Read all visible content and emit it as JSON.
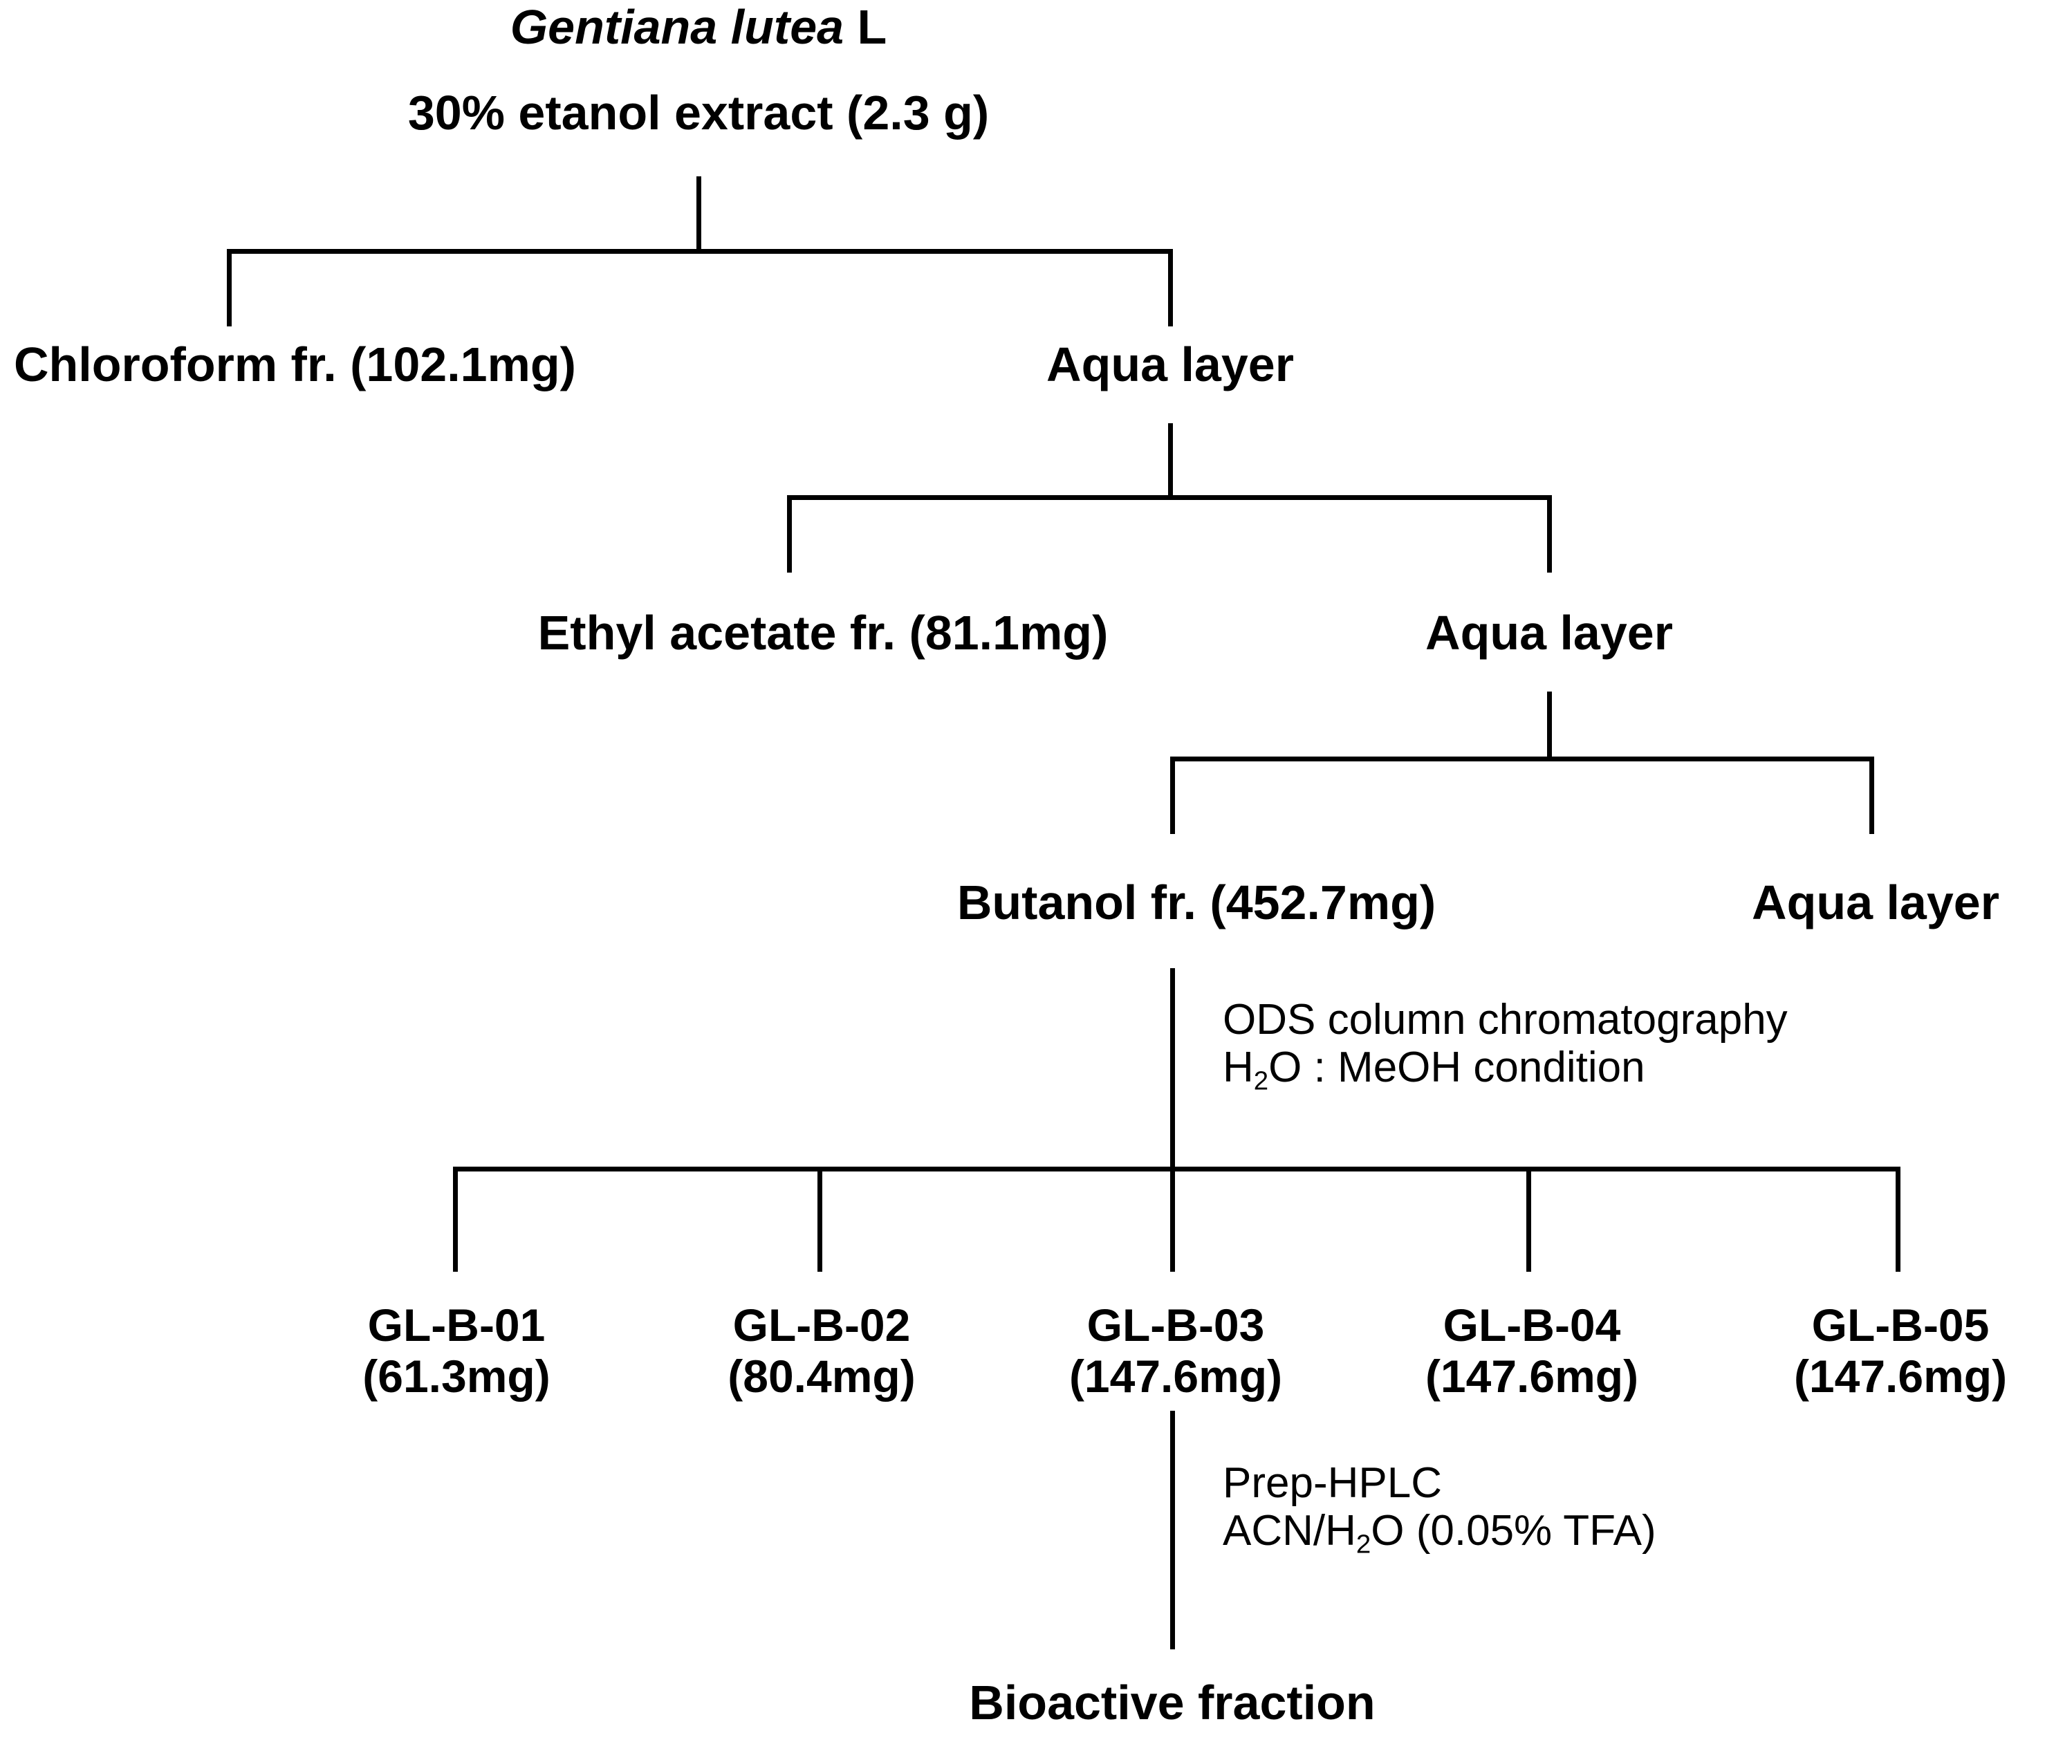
{
  "diagram": {
    "title_genus": "Gentiana lutea",
    "title_authority": " L",
    "extract": "30% etanol extract (2.3 g)",
    "nodes": {
      "chloroform": "Chloroform fr. (102.1mg)",
      "aqua_layer_1": "Aqua layer",
      "ethyl_acetate": "Ethyl acetate fr. (81.1mg)",
      "aqua_layer_2": "Aqua layer",
      "butanol": "Butanol fr. (452.7mg)",
      "aqua_layer_3": "Aqua layer",
      "bioactive": "Bioactive fraction"
    },
    "annotations": {
      "ods_line1": "ODS column chromatography",
      "ods_line2_pre": "H",
      "ods_line2_sub": "2",
      "ods_line2_post": "O : MeOH condition",
      "hplc_line1": "Prep-HPLC",
      "hplc_line2_pre": "ACN/H",
      "hplc_line2_sub": "2",
      "hplc_line2_post": "O (0.05% TFA)"
    },
    "fractions": [
      {
        "name": "GL-B-01",
        "mass": "(61.3mg)"
      },
      {
        "name": "GL-B-02",
        "mass": "(80.4mg)"
      },
      {
        "name": "GL-B-03",
        "mass": "(147.6mg)"
      },
      {
        "name": "GL-B-04",
        "mass": "(147.6mg)"
      },
      {
        "name": "GL-B-05",
        "mass": "(147.6mg)"
      }
    ],
    "colors": {
      "line": "#000000",
      "text": "#000000",
      "background": "#ffffff"
    }
  }
}
